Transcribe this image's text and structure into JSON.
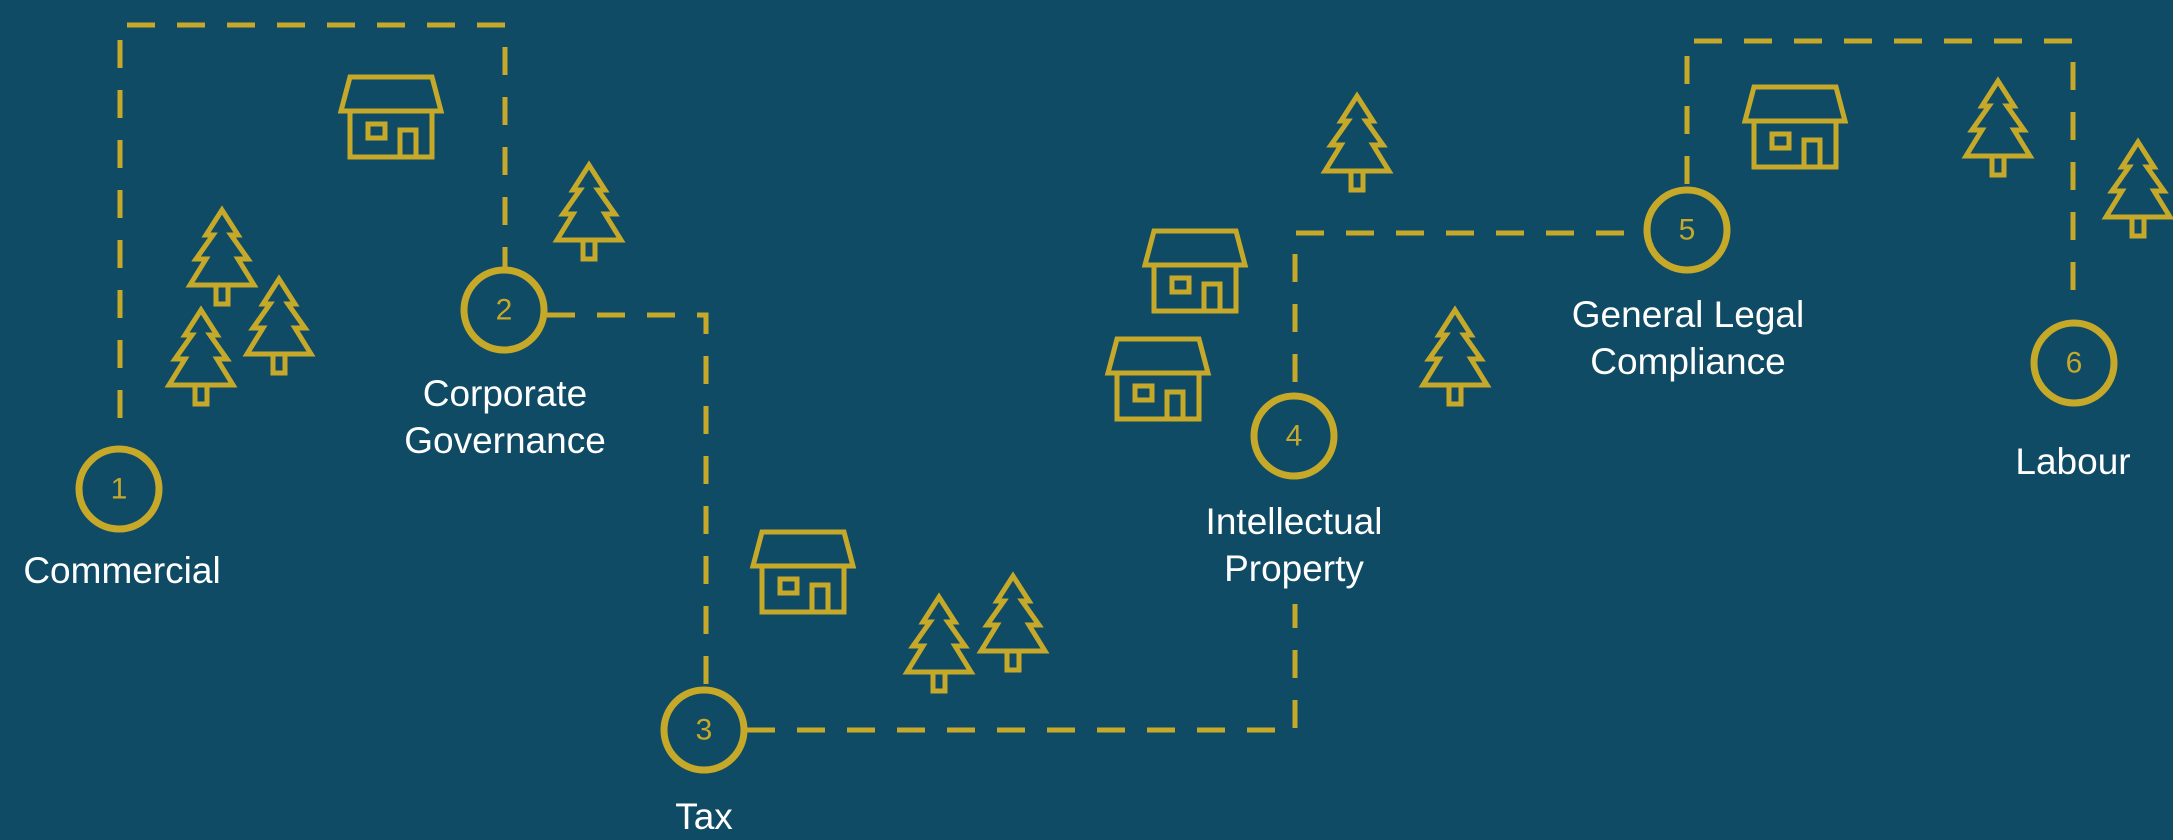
{
  "colors": {
    "background": "#104B66",
    "accent": "#C6A929",
    "text": "#FFFFFF"
  },
  "steps": [
    {
      "number": "1",
      "label_lines": [
        "Commercial"
      ]
    },
    {
      "number": "2",
      "label_lines": [
        "Corporate",
        "Governance"
      ]
    },
    {
      "number": "3",
      "label_lines": [
        "Tax"
      ]
    },
    {
      "number": "4",
      "label_lines": [
        "Intellectual",
        "Property"
      ]
    },
    {
      "number": "5",
      "label_lines": [
        "General Legal",
        "Compliance"
      ]
    },
    {
      "number": "6",
      "label_lines": [
        "Labour"
      ]
    }
  ],
  "icons": {
    "house": "house-icon",
    "tree": "tree-icon"
  }
}
